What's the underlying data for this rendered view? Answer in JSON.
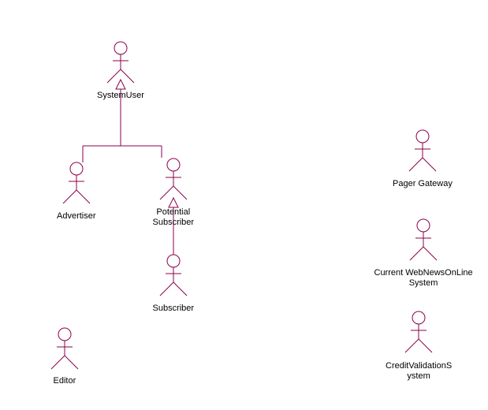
{
  "diagram": {
    "type": "uml-use-case-actors",
    "stroke_color": "#8b004b",
    "actors": [
      {
        "id": "system-user",
        "lines": [
          "SystemUser"
        ]
      },
      {
        "id": "advertiser",
        "lines": [
          "Advertiser"
        ]
      },
      {
        "id": "potential-subscriber",
        "lines": [
          "Potential",
          "Subscriber"
        ]
      },
      {
        "id": "subscriber",
        "lines": [
          "Subscriber"
        ]
      },
      {
        "id": "editor",
        "lines": [
          "Editor"
        ]
      },
      {
        "id": "pager-gateway",
        "lines": [
          "Pager Gateway"
        ]
      },
      {
        "id": "current-webnewsonline-system",
        "lines": [
          "Current WebNewsOnLine",
          "System"
        ]
      },
      {
        "id": "credit-validation-system",
        "lines": [
          "CreditValidationS",
          "ystem"
        ]
      }
    ],
    "generalizations": [
      {
        "child": "advertiser",
        "parent": "system-user"
      },
      {
        "child": "potential-subscriber",
        "parent": "system-user"
      },
      {
        "child": "subscriber",
        "parent": "potential-subscriber"
      }
    ]
  }
}
